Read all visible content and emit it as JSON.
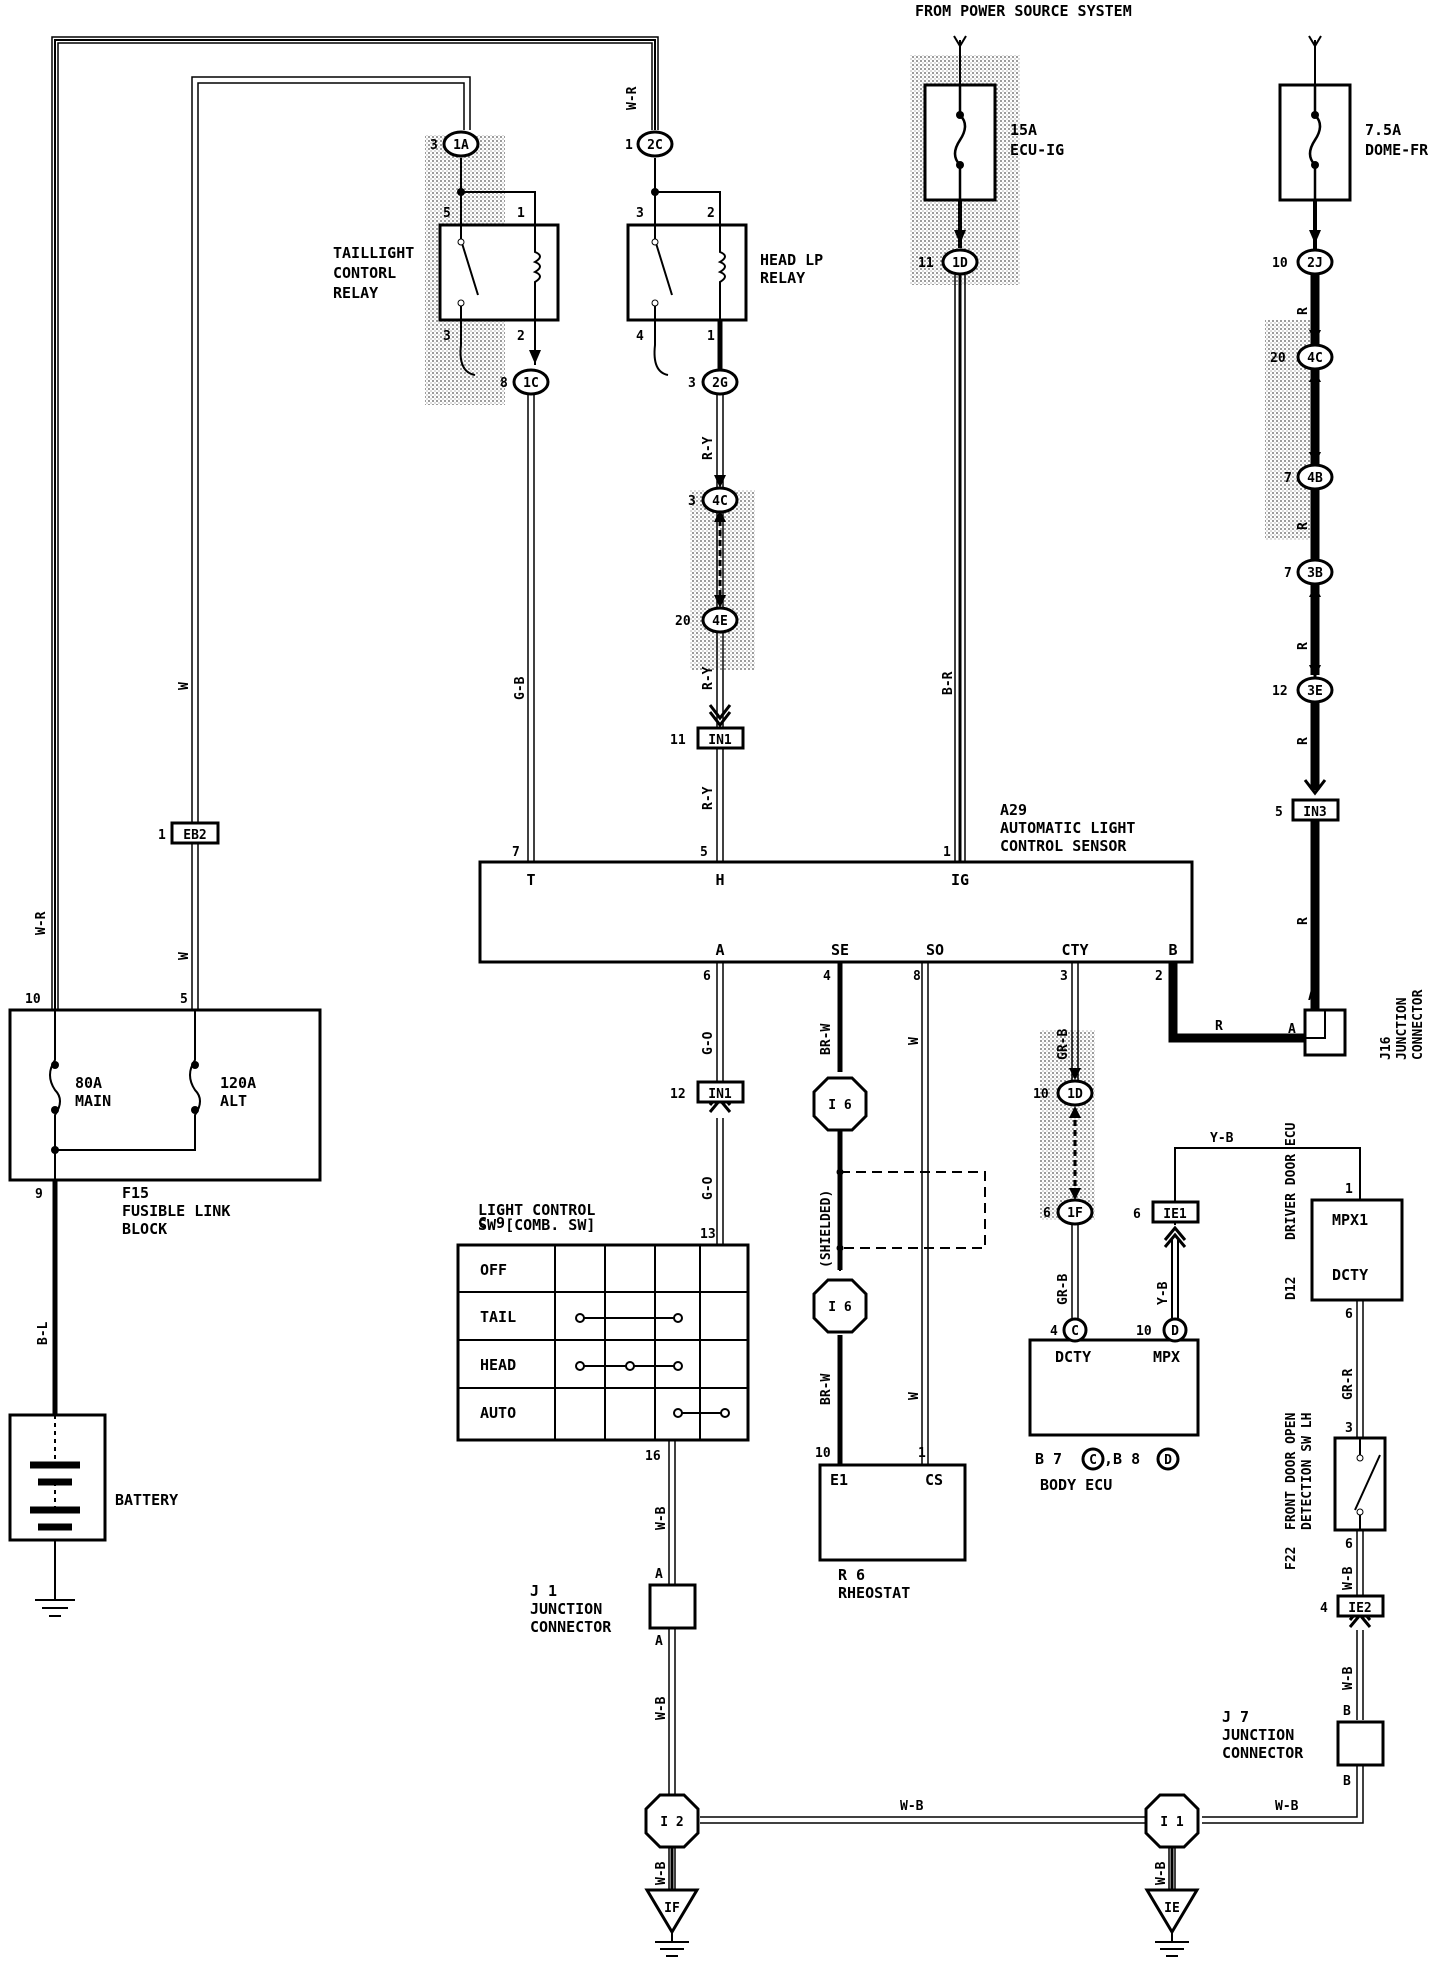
{
  "header": {
    "power_source": "FROM POWER SOURCE SYSTEM"
  },
  "fuses": {
    "ecu_ig": {
      "rating": "15A",
      "name": "ECU-IG"
    },
    "dome_fr": {
      "rating": "7.5A",
      "name": "DOME-FR"
    }
  },
  "relays": {
    "taillight": {
      "name_line1": "TAILLIGHT",
      "name_line2": "CONTORL",
      "name_line3": "RELAY"
    },
    "headlp": {
      "name_line1": "HEAD LP",
      "name_line2": "RELAY"
    }
  },
  "sensor": {
    "id": "A29",
    "name_line1": "AUTOMATIC LIGHT",
    "name_line2": "CONTROL SENSOR",
    "pins_top": [
      "T",
      "H",
      "IG"
    ],
    "pins_bottom": [
      "A",
      "SE",
      "SO",
      "CTY",
      "B"
    ]
  },
  "fusible_block": {
    "id": "F15",
    "name_line1": "FUSIBLE LINK",
    "name_line2": "BLOCK",
    "main_rating": "80A",
    "main_name": "MAIN",
    "alt_rating": "120A",
    "alt_name": "ALT"
  },
  "battery": {
    "name": "BATTERY"
  },
  "light_switch": {
    "id": "C 9",
    "name_line1": "LIGHT CONTROL",
    "name_line2": "SW [COMB. SW]",
    "rows": [
      "OFF",
      "TAIL",
      "HEAD",
      "AUTO"
    ]
  },
  "rheostat": {
    "id": "R 6",
    "name": "RHEOSTAT",
    "pin_e1": "E1",
    "pin_cs": "CS"
  },
  "body_ecu": {
    "pin_dcty": "DCTY",
    "pin_mpx": "MPX",
    "ref_prefix": "B 7",
    "ref_mid": ",B 8",
    "ref_c": "C",
    "ref_d": "D",
    "name": "BODY ECU"
  },
  "driver_door_ecu": {
    "id": "D12",
    "name": "DRIVER DOOR ECU",
    "pin_mpx1": "MPX1",
    "pin_dcty": "DCTY"
  },
  "door_switch": {
    "id": "F22",
    "name_line1": "FRONT DOOR OPEN",
    "name_line2": "DETECTION SW LH"
  },
  "junctions": {
    "j1": {
      "id": "J 1",
      "line1": "JUNCTION",
      "line2": "CONNECTOR"
    },
    "j7": {
      "id": "J 7",
      "line1": "JUNCTION",
      "line2": "CONNECTOR"
    },
    "j16": {
      "id": "J16",
      "line1": "JUNCTION",
      "line2": "CONNECTOR"
    }
  },
  "shielded": "(SHIELDED)",
  "connectors": {
    "c1A": "1A",
    "c2C": "2C",
    "c1D_top": "1D",
    "c2J": "2J",
    "c1C": "1C",
    "c2G": "2G",
    "c4C_left": "4C",
    "c4E": "4E",
    "c4C_right": "4C",
    "c4B": "4B",
    "c3B": "3B",
    "c3E": "3E",
    "c1D_mid": "1D",
    "c1F": "1F",
    "cC": "C",
    "cD": "D",
    "box_IN1_top": "IN1",
    "box_IN1_bot": "IN1",
    "box_IN3": "IN3",
    "box_EB2": "EB2",
    "box_IE1": "IE1",
    "box_IE2": "IE2",
    "oct_I6_a": "I 6",
    "oct_I6_b": "I 6",
    "oct_I2": "I 2",
    "oct_I1": "I 1",
    "gnd_IF": "IF",
    "gnd_IE": "IE"
  },
  "pins": {
    "p3_1A": "3",
    "p1_2C": "1",
    "p11_1D": "11",
    "p10_2J": "10",
    "p5_tr": "5",
    "p1_tr": "1",
    "p3_tr": "3",
    "p2_tr": "2",
    "p3_hr": "3",
    "p2_hr": "2",
    "p4_hr": "4",
    "p1_hr": "1",
    "p8_1C": "8",
    "p3_2G": "3",
    "p3_4C": "3",
    "p20_4E": "20",
    "p11_IN1": "11",
    "p20_4C": "20",
    "p7_4B": "7",
    "p7_3B": "7",
    "p12_3E": "12",
    "p5_IN3": "5",
    "p7_T": "7",
    "p5_H": "5",
    "p1_IG": "1",
    "p6_A": "6",
    "p4_SE": "4",
    "p8_SO": "8",
    "p3_CTY": "3",
    "p2_B": "2",
    "p1_EB2": "1",
    "p10_fl": "10",
    "p5_fl": "5",
    "p9_fl": "9",
    "p12_IN1": "12",
    "p13_sw": "13",
    "p16_sw": "16",
    "p10_1D": "10",
    "p6_1F": "6",
    "p4_C": "4",
    "p10_D": "10",
    "p6_IE1": "6",
    "p1_ddecu": "1",
    "p6_ddecu": "6",
    "p3_fdsw": "3",
    "p6_fdsw": "6",
    "p4_IE2": "4",
    "p10_rh": "10",
    "p1_rh": "1",
    "pA_j1_top": "A",
    "pA_j1_bot": "A",
    "pB_j7_top": "B",
    "pB_j7_bot": "B",
    "pA_j16_top": "A",
    "pA_j16_left": "A"
  },
  "wire_colors": {
    "w_wr_top": "W-R",
    "w_wr_left": "W-R",
    "w_w_left1": "W",
    "w_w_left2": "W",
    "w_gb": "G-B",
    "w_ry1": "R-Y",
    "w_ry2": "R-Y",
    "w_ry3": "R-Y",
    "w_br": "B-R",
    "w_r1": "R",
    "w_r2": "R",
    "w_r3": "R",
    "w_r4": "R",
    "w_r5": "R",
    "w_r_horiz": "R",
    "w_bl": "B-L",
    "w_go1": "G-O",
    "w_go2": "G-O",
    "w_brw1": "BR-W",
    "w_brw2": "BR-W",
    "w_w_so1": "W",
    "w_w_so2": "W",
    "w_grb1": "GR-B",
    "w_grb2": "GR-B",
    "w_yb_top": "Y-B",
    "w_yb_side": "Y-B",
    "w_grr": "GR-R",
    "w_wb_fd": "W-B",
    "w_wb_ie2": "W-B",
    "w_wb_j1a": "W-B",
    "w_wb_j1b": "W-B",
    "w_wb_i2": "W-B",
    "w_wb_bottom_mid": "W-B",
    "w_wb_i1": "W-B",
    "w_wb_bottom_right": "W-B"
  }
}
